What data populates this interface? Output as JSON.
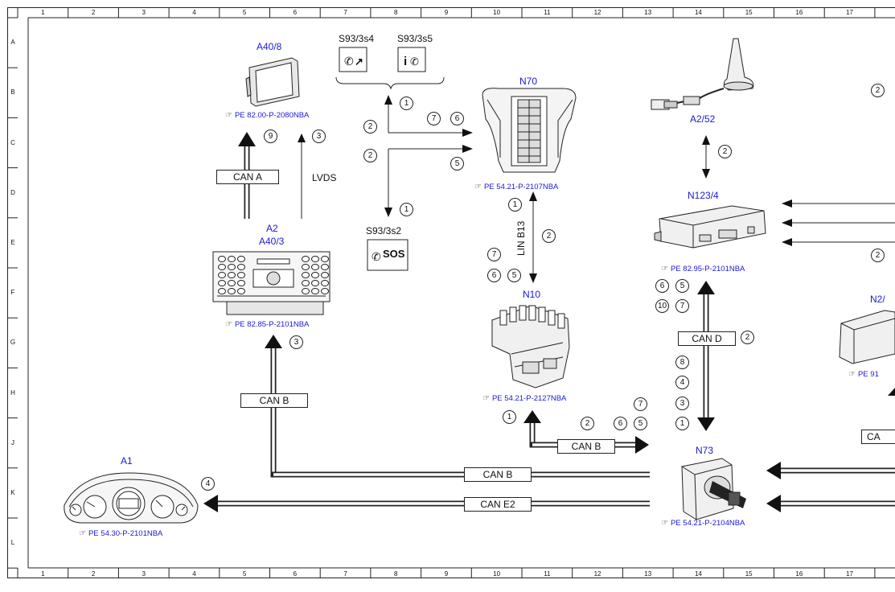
{
  "grid": {
    "cols": [
      "1",
      "2",
      "3",
      "4",
      "5",
      "6",
      "7",
      "8",
      "9",
      "10",
      "11",
      "12",
      "13",
      "14",
      "15",
      "16",
      "17"
    ],
    "rows": [
      "A",
      "B",
      "C",
      "D",
      "E",
      "F",
      "G",
      "H",
      "J",
      "K",
      "L"
    ]
  },
  "components": {
    "a40_8": {
      "label": "A40/8",
      "ref": "PE 82.00-P-2080NBA"
    },
    "s93_3s4": {
      "label": "S93/3s4"
    },
    "s93_3s5": {
      "label": "S93/3s5"
    },
    "s93_3s2": {
      "label": "S93/3s2",
      "button_text": "SOS"
    },
    "n70": {
      "label": "N70",
      "ref": "PE 54.21-P-2107NBA"
    },
    "a2_52": {
      "label": "A2/52"
    },
    "n123_4": {
      "label": "N123/4",
      "ref": "PE 82.95-P-2101NBA"
    },
    "a2": {
      "label": "A2",
      "label2": "A40/3",
      "ref": "PE 82.85-P-2101NBA"
    },
    "n10": {
      "label": "N10",
      "ref": "PE 54.21-P-2127NBA"
    },
    "n2": {
      "label": "N2/",
      "ref": "PE 91"
    },
    "a1": {
      "label": "A1",
      "ref": "PE 54.30-P-2101NBA"
    },
    "n73": {
      "label": "N73",
      "ref": "PE 54.21-P-2104NBA"
    }
  },
  "buses": {
    "can_a": "CAN A",
    "lvds": "LVDS",
    "lin_b13": "LIN B13",
    "can_d": "CAN D",
    "can_b_1": "CAN B",
    "can_b_2": "CAN B",
    "can_b_3": "CAN B",
    "can_e2": "CAN E2",
    "can_partial": "CA"
  },
  "callouts": {
    "c_a40_9": "9",
    "c_a40_3": "3",
    "c_s93_1a": "1",
    "c_s93_2a": "2",
    "c_s93_2b": "2",
    "c_s93_1b": "1",
    "c_n70_7": "7",
    "c_n70_6": "6",
    "c_n70_5": "5",
    "c_n10_1": "1",
    "c_n10_2": "2",
    "c_n10_7": "7",
    "c_n10_6": "6",
    "c_n10_5": "5",
    "c_a252_2": "2",
    "c_n123_2a": "2",
    "c_n123_2b": "2",
    "c_nd_6": "6",
    "c_nd_5": "5",
    "c_nd_10": "10",
    "c_nd_7": "7",
    "c_cand_2": "2",
    "c_nv_8": "8",
    "c_nv_4": "4",
    "c_nv_3": "3",
    "c_nv_1": "1",
    "c_nj_7": "7",
    "c_nj_6": "6",
    "c_nj_5": "5",
    "c_nj_2": "2",
    "c_nj_1": "1",
    "c_a2_3": "3",
    "c_a1_4": "4"
  }
}
